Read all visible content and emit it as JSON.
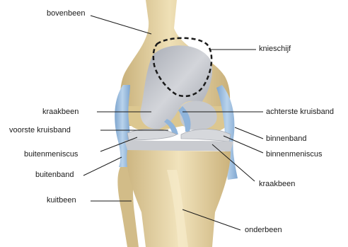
{
  "labels": {
    "femur": "bovenbeen",
    "patella": "knieschijf",
    "cartilage_upper": "kraakbeen",
    "pcl": "achterste kruisband",
    "acl": "voorste kruisband",
    "mcl": "binnenband",
    "lateral_meniscus": "buitenmeniscus",
    "medial_meniscus": "binnenmeniscus",
    "lcl": "buitenband",
    "cartilage_lower": "kraakbeen",
    "fibula": "kuitbeen",
    "tibia": "onderbeen"
  },
  "colors": {
    "bone": "#e6d3a3",
    "bone_shadow": "#c9b27a",
    "cartilage": "#b9bcc4",
    "ligament": "#9cbfe0",
    "meniscus": "#d9dadd",
    "label_text": "#1a1a1a"
  }
}
